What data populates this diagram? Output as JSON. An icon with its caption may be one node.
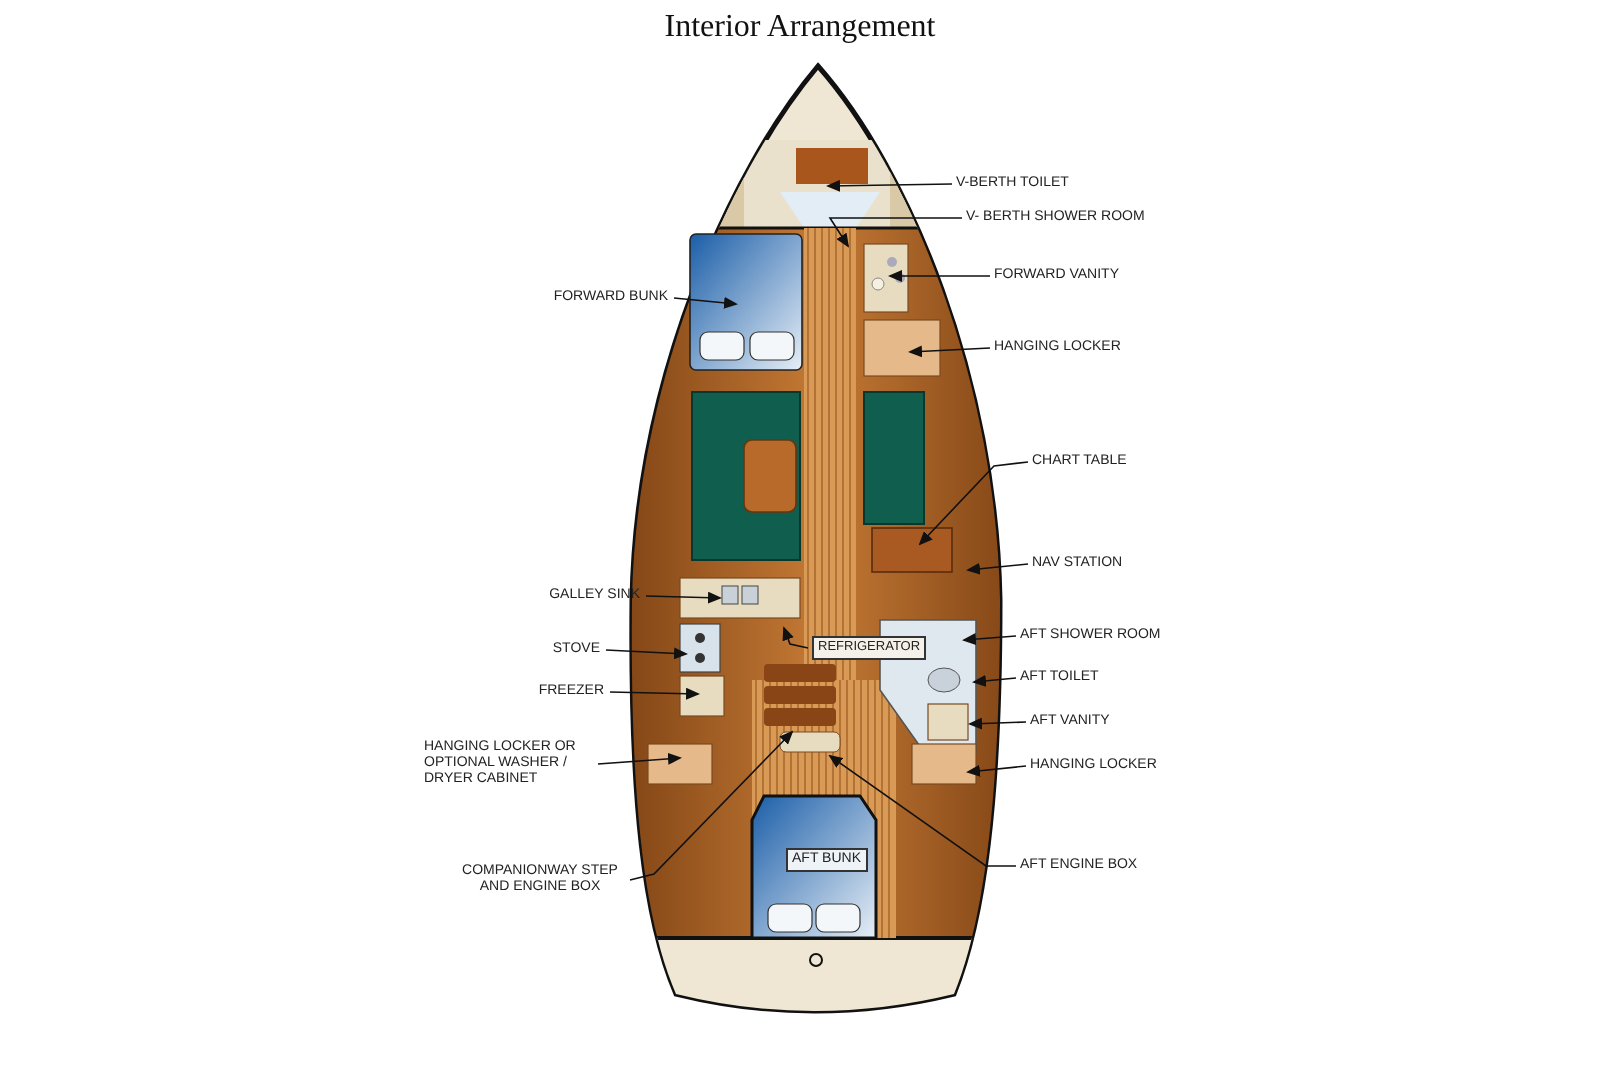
{
  "diagram": {
    "title": "Interior Arrangement",
    "nodes": [
      {
        "text": [
          "V-BERTH TOILET"
        ]
      },
      {
        "text": [
          "V- BERTH SHOWER ROOM"
        ]
      },
      {
        "text": [
          "FORWARD VANITY"
        ]
      },
      {
        "text": [
          "HANGING LOCKER"
        ]
      },
      {
        "text": [
          "FORWARD BUNK"
        ]
      },
      {
        "text": [
          "CHART TABLE"
        ]
      },
      {
        "text": [
          "NAV STATION"
        ]
      },
      {
        "text": [
          "GALLEY SINK"
        ]
      },
      {
        "text": [
          "STOVE"
        ]
      },
      {
        "text": [
          "REFRIGERATOR"
        ]
      },
      {
        "text": [
          "AFT SHOWER ROOM"
        ]
      },
      {
        "text": [
          "AFT TOILET"
        ]
      },
      {
        "text": [
          "FREEZER"
        ]
      },
      {
        "text": [
          "AFT VANITY"
        ]
      },
      {
        "text": [
          "HANGING LOCKER OR OPTIONAL WASHER / DRYER CABINET"
        ]
      },
      {
        "text": [
          "HANGING LOCKER"
        ]
      },
      {
        "text": [
          "COMPANIONWAY STEP AND ENGINE BOX"
        ]
      },
      {
        "text": [
          "AFT ENGINE BOX"
        ]
      }
    ],
    "edges": [
      {
        "from": 0,
        "to": null,
        "arrow": "to"
      },
      {
        "from": 1,
        "to": null,
        "arrow": "to"
      },
      {
        "from": 2,
        "to": null,
        "arrow": "to"
      },
      {
        "from": 3,
        "to": null,
        "arrow": "to"
      },
      {
        "from": 4,
        "to": null,
        "arrow": "to"
      },
      {
        "from": 5,
        "to": null,
        "arrow": "to"
      },
      {
        "from": 6,
        "to": null,
        "arrow": "to"
      },
      {
        "from": 7,
        "to": null,
        "arrow": "to"
      },
      {
        "from": 8,
        "to": null,
        "arrow": "to"
      },
      {
        "from": 9,
        "to": null,
        "arrow": "to"
      },
      {
        "from": 10,
        "to": null,
        "arrow": "to"
      },
      {
        "from": 11,
        "to": null,
        "arrow": "to"
      },
      {
        "from": 12,
        "to": null,
        "arrow": "to"
      },
      {
        "from": 13,
        "to": null,
        "arrow": "to"
      },
      {
        "from": 14,
        "to": null,
        "arrow": "to"
      },
      {
        "from": 15,
        "to": null,
        "arrow": "to"
      },
      {
        "from": 16,
        "to": null,
        "arrow": "to"
      },
      {
        "from": 17,
        "to": null,
        "arrow": "to"
      }
    ],
    "labels": [
      "AFT BUNK"
    ]
  }
}
